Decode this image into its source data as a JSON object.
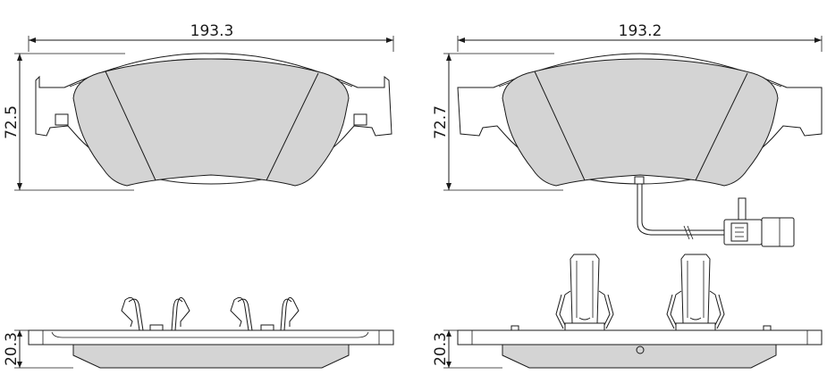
{
  "left_pad": {
    "width_label": "193.3",
    "height_label": "72.5",
    "thickness_label": "20.3"
  },
  "right_pad": {
    "width_label": "193.2",
    "height_label": "72.7",
    "thickness_label": "20.3"
  },
  "colors": {
    "line": "#1a1a1a",
    "friction_material": "#d4d4d4",
    "background": "#ffffff"
  }
}
